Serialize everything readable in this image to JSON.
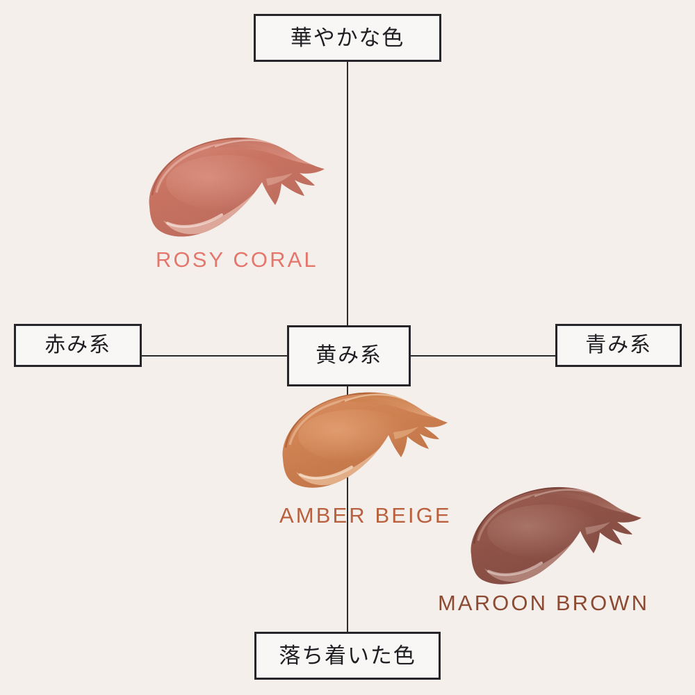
{
  "background_color": "#f4efeb",
  "axis": {
    "box_fill": "#f8f7f5",
    "box_border": "#26262a",
    "line_color": "#2b2b2b",
    "top_label": "華やかな色",
    "bottom_label": "落ち着いた色",
    "left_label": "赤み系",
    "right_label": "青み系",
    "center_label": "黄み系"
  },
  "products": [
    {
      "name": "ROSY CORAL",
      "name_color": "#e5766c",
      "swatch_base": "#c9705e",
      "swatch_dark": "#a85544",
      "swatch_light": "#dd9685",
      "swatch_highlight": "#f0c3b5",
      "quadrant": "upper-left"
    },
    {
      "name": "AMBER BEIGE",
      "name_color": "#b9603f",
      "swatch_base": "#d07f4e",
      "swatch_dark": "#a85a2e",
      "swatch_light": "#e09f72",
      "swatch_highlight": "#f2c9a6",
      "quadrant": "lower-center"
    },
    {
      "name": "MAROON BROWN",
      "name_color": "#8d4a32",
      "swatch_base": "#8f5044",
      "swatch_dark": "#6d382f",
      "swatch_light": "#a9685b",
      "swatch_highlight": "#cfa396",
      "quadrant": "lower-right"
    }
  ]
}
